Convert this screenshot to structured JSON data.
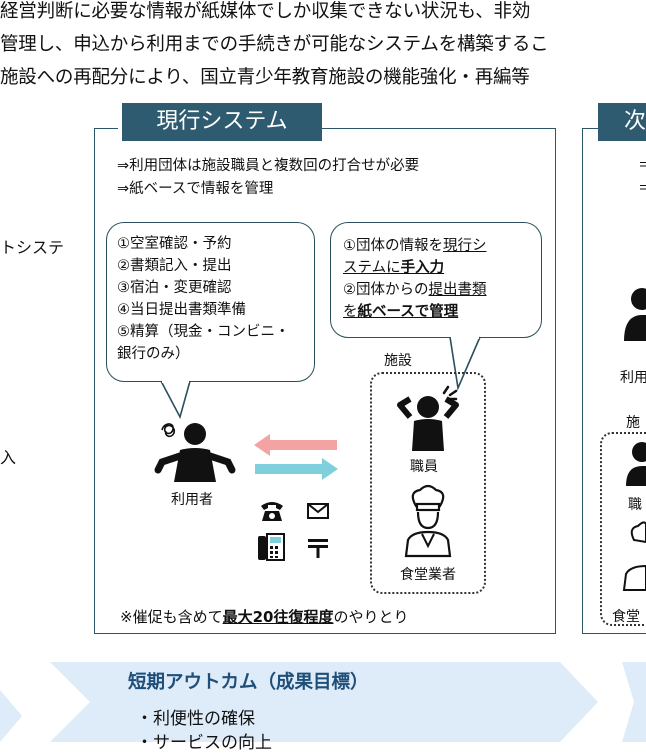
{
  "header_lines": [
    "経営判断に必要な情報が紙媒体でしか収集できない状況も、非効",
    "管理し、申込から利用までの手続きが可能なシステムを構築するこ",
    "施設への再配分により、国立青少年教育施設の機能強化・再編等"
  ],
  "left_fragments": [
    "トシステ",
    "入"
  ],
  "current_panel": {
    "title": "現行システム",
    "notes": [
      "⇒利用団体は施設職員と複数回の打合せが必要",
      "⇒紙ベースで情報を管理"
    ],
    "user_steps": [
      "①空室確認・予約",
      "②書類記入・提出",
      "③宿泊・変更確認",
      "④当日提出書類準備",
      "⑤精算（現金・コンビニ・",
      "銀行のみ）"
    ],
    "staff_tasks": {
      "line1_pre": "①団体の情報を",
      "line1_u": "現行シ",
      "line2_u": "ステムに",
      "line2_b": "手入力",
      "line3_pre": "②団体からの",
      "line3_u": "提出書類",
      "line4_u": "を",
      "line4_b": "紙ベースで管理"
    },
    "facility_label": "施設",
    "user_label": "利用者",
    "staff_label": "職員",
    "cafeteria_label": "食堂業者",
    "footer_pre": "※催促も含めて",
    "footer_bold": "最大20往復程度",
    "footer_post": "のやりとり"
  },
  "next_panel": {
    "title_fragment": "次",
    "note_fragments": [
      "＝",
      "＝"
    ],
    "user_label_fragment": "利用",
    "facility_fragment": "施",
    "staff_fragment": "職",
    "cafeteria_fragment": "食堂"
  },
  "outcome": {
    "title": "短期アウトカム（成果目標）",
    "items": [
      "・利便性の確保",
      "・サービスの向上"
    ]
  },
  "colors": {
    "panel_title_bg": "#2f5b70",
    "arrow_pink": "#f4a3a3",
    "arrow_cyan": "#7fd0dc",
    "outcome_bg": "#deebf8"
  }
}
